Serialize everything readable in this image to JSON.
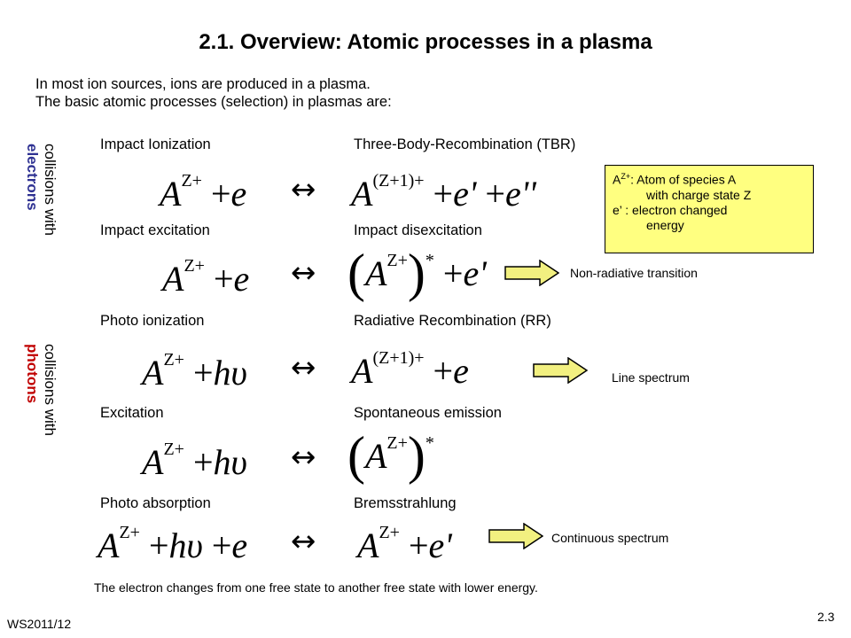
{
  "title": "2.1. Overview: Atomic processes in a plasma",
  "intro": {
    "line1": "In most ion sources, ions are produced in a plasma.",
    "line2": "The basic atomic processes (selection) in plasmas are:"
  },
  "side_labels": {
    "electrons_top": "collisions with",
    "electrons_bottom": "electrons",
    "electrons_color": "#2e3192",
    "photons_top": "collisions with",
    "photons_bottom": "photons",
    "photons_color": "#c00000"
  },
  "processes": {
    "p1_left": "Impact Ionization",
    "p1_right": "Three-Body-Recombination (TBR)",
    "p2_left": "Impact excitation",
    "p2_right": "Impact disexcitation",
    "p3_left": "Photo ionization",
    "p3_right": "Radiative Recombination (RR)",
    "p4_left": "Excitation",
    "p4_right": "Spontaneous emission",
    "p5_left": "Photo absorption",
    "p5_right": "Bremsstrahlung"
  },
  "legend_box": {
    "line1": "A",
    "line1_sup": "Z+",
    "line1_rest": ": Atom of species A",
    "line2": "with charge state Z",
    "line3": "e’ :  electron changed",
    "line4": "energy",
    "fill": "#ffff80"
  },
  "notes": {
    "nonradiative": "Non-radiative transition",
    "line_spectrum": "Line spectrum",
    "continuous": "Continuous spectrum",
    "bremsstrahlung_note": "The electron changes from one free state to another free state with lower energy."
  },
  "arrow_fill": "#f2f080",
  "footer": {
    "left": "WS2011/12",
    "right": "2.3"
  }
}
